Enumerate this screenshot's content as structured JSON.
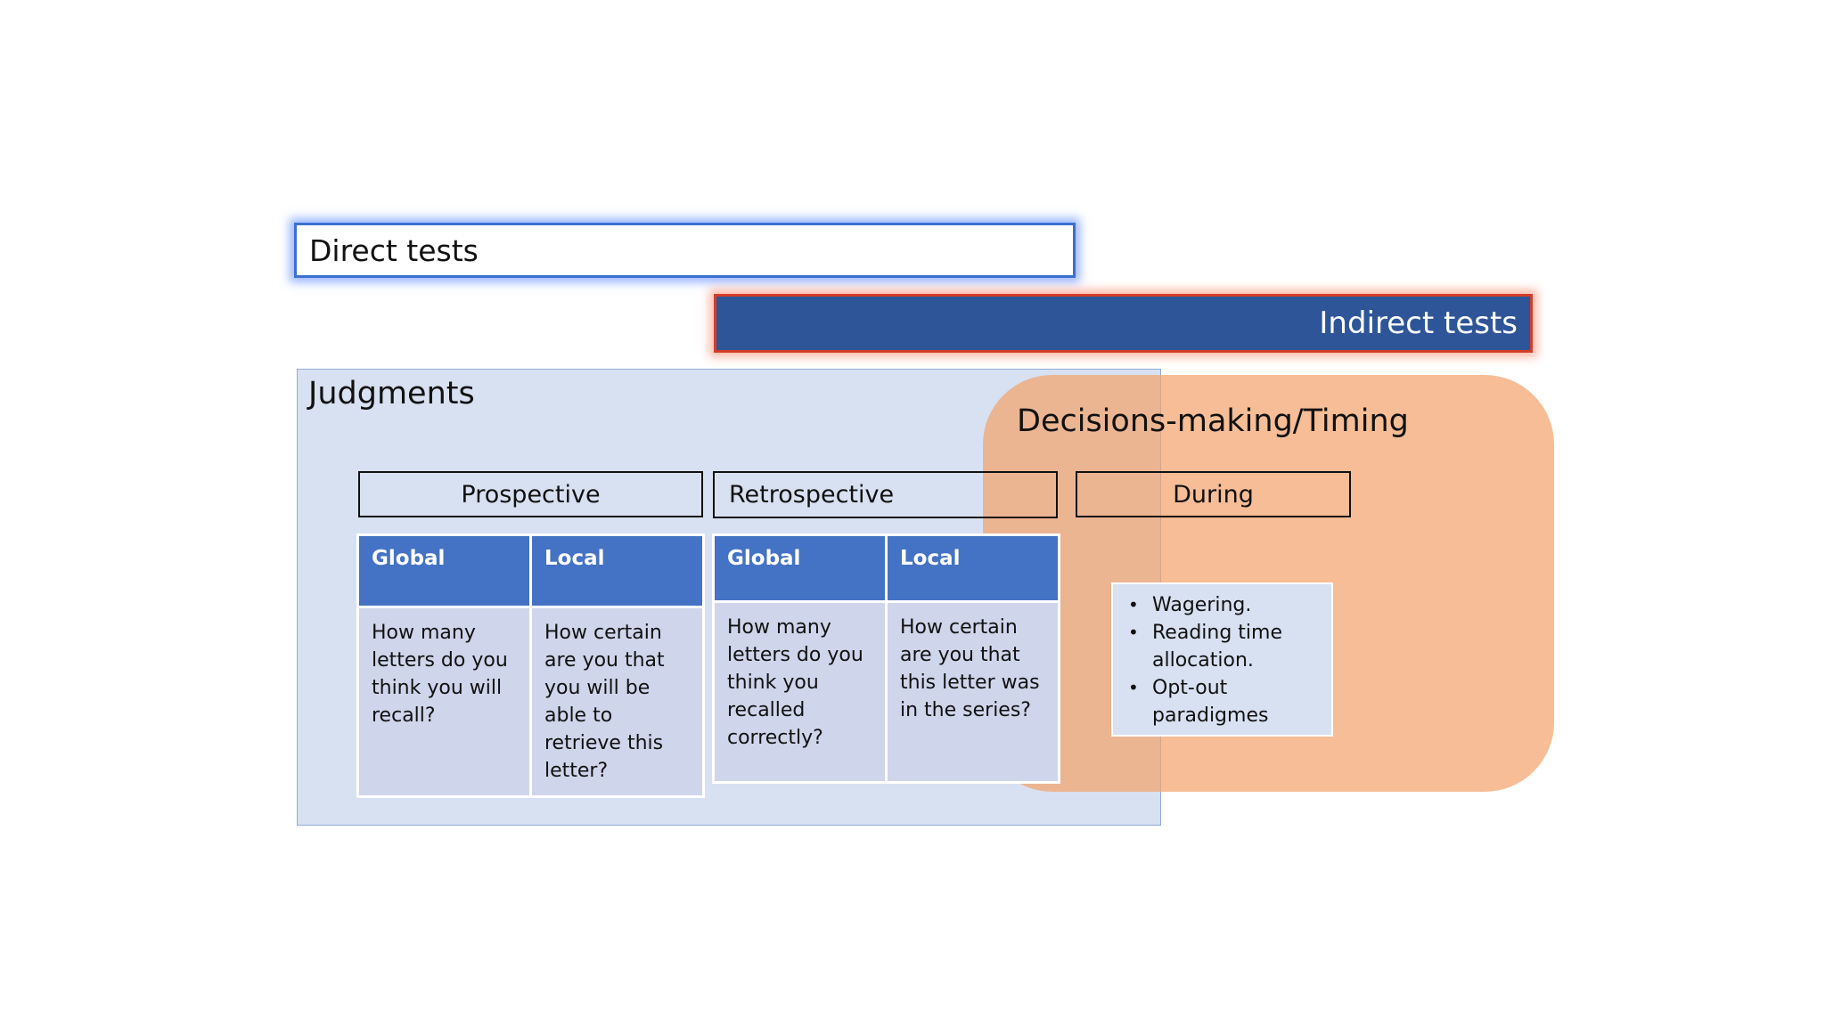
{
  "direct_tests": {
    "label": "Direct tests"
  },
  "indirect_tests": {
    "label": "Indirect tests"
  },
  "judgments": {
    "title": "Judgments",
    "prospective": {
      "label": "Prospective",
      "columns": [
        "Global",
        "Local"
      ],
      "cells": [
        "How many letters do you think you will recall?",
        "How certain are you that you will be able to retrieve this letter?"
      ]
    },
    "retrospective": {
      "label": "Retrospective",
      "columns": [
        "Global",
        "Local"
      ],
      "cells": [
        "How many letters do you think you recalled correctly?",
        "How certain are you that this letter was in the series?"
      ]
    }
  },
  "decision_making": {
    "title": "Decisions-making/Timing",
    "during": {
      "label": "During",
      "items": [
        "Wagering.",
        "Reading time allocation.",
        "Opt-out paradigmes"
      ]
    }
  },
  "colors": {
    "direct_border": "#3d6fd0",
    "indirect_fill": "#2e5597",
    "indirect_border": "#d33d2a",
    "judgments_fill": "#d8e1f1",
    "decision_fill": "#f3a46e",
    "table_header": "#4472c4",
    "table_cell": "#cfd5ea"
  }
}
